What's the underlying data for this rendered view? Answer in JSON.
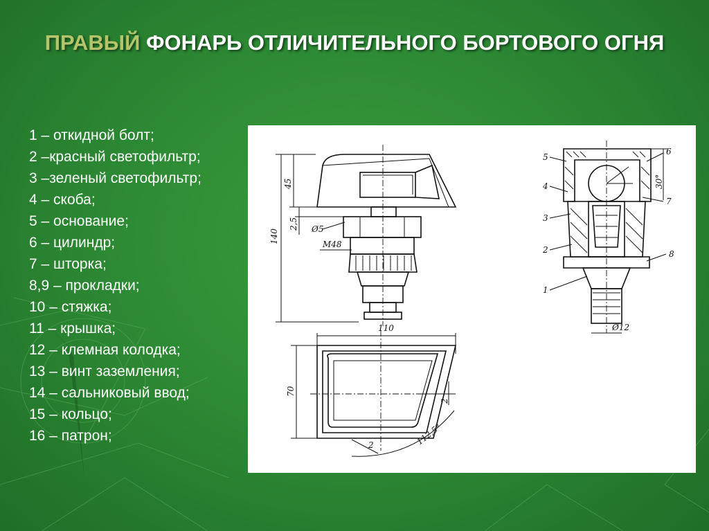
{
  "title": {
    "highlight": "ПРАВЫЙ",
    "rest": " ФОНАРЬ ОТЛИЧИТЕЛЬНОГО БОРТОВОГО ОГНЯ"
  },
  "legend": [
    "1 – откидной болт;",
    "2 –красный светофильтр;",
    "3 –зеленый светофильтр;",
    "4 – скоба;",
    "5 – основание;",
    "6 – цилиндр;",
    "7 – шторка;",
    "8,9 – прокладки;",
    "10 – стяжка;",
    "11 – крышка;",
    "12 – клемная колодка;",
    "13 – винт заземления;",
    "14 – сальниковый ввод;",
    "15 – кольцо;",
    "16 – патрон;"
  ],
  "drawing": {
    "front_view": {
      "dim_height_total": "140",
      "dim_height_head": "45",
      "dim_offset": "2,5",
      "dim_hole": "Ø5",
      "dim_thread": "M48"
    },
    "plan_view": {
      "dim_width": "110",
      "dim_depth": "70",
      "dim_gap_1": "2",
      "dim_gap_2": "2",
      "dim_angle": "112,5°"
    },
    "section_view": {
      "dim_angle": "30°",
      "dim_diameter": "Ø12",
      "callouts": [
        "5",
        "6",
        "4",
        "7",
        "3",
        "2",
        "8",
        "1"
      ]
    }
  }
}
